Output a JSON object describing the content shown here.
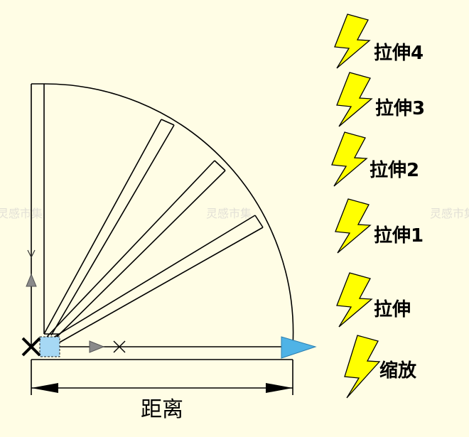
{
  "labels": {
    "stretch4": "拉伸4",
    "stretch3": "拉伸3",
    "stretch2": "拉伸2",
    "stretch1": "拉伸1",
    "stretch": "拉伸",
    "scale": "缩放"
  },
  "dimension": {
    "label": "距离"
  },
  "watermark": {
    "text": "灵感市集"
  },
  "colors": {
    "background": "#fffde5",
    "lightning": "#ffff00",
    "grip_arrow": "#4fb3e6",
    "base_grip": "#a6d8f4",
    "line": "#000000",
    "grip_gray": "#8a8a8a"
  },
  "icons": {
    "lightning": "lightning-bolt-icon",
    "grip_arrow": "arrow-grip-icon",
    "base_point": "x-mark-icon"
  }
}
